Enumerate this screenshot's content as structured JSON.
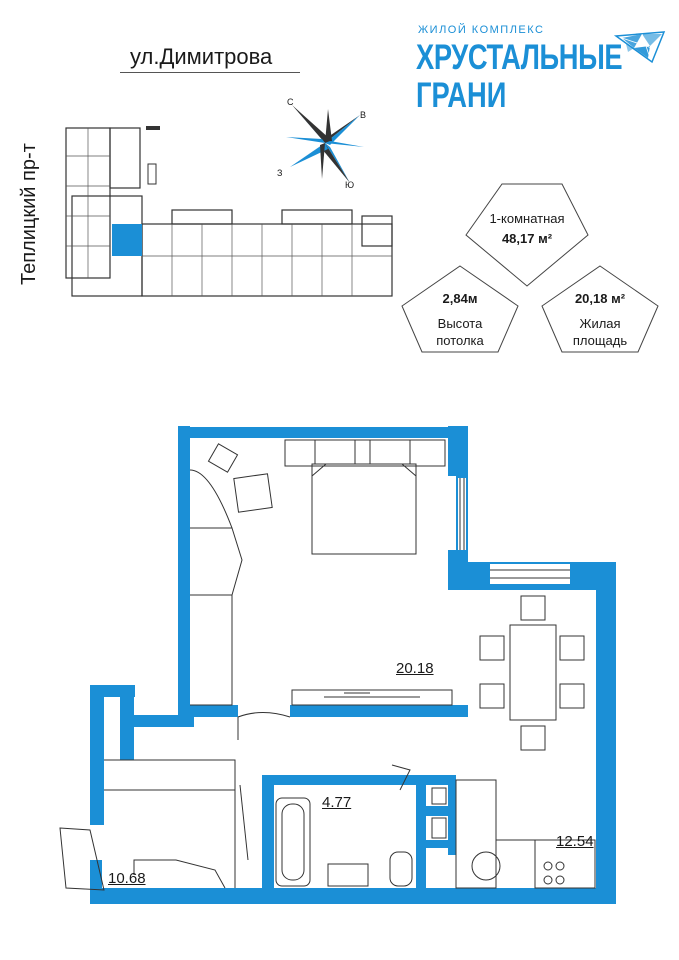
{
  "streets": {
    "top": "ул.Димитрова",
    "left": "Теплицкий пр-т"
  },
  "brand": {
    "subtitle": "ЖИЛОЙ КОМПЛЕКС",
    "name_line1": "ХРУСТАЛЬНЫЕ",
    "name_line2": "ГРАНИ",
    "color": "#1b8fd6"
  },
  "compass": {
    "north": "С",
    "east": "В",
    "south": "Ю",
    "west": "З"
  },
  "badges": {
    "rooms": {
      "label": "1-комнатная",
      "value": "48,17 м²"
    },
    "ceiling": {
      "value": "2,84м",
      "label_line1": "Высота",
      "label_line2": "потолка"
    },
    "living": {
      "value": "20,18 м²",
      "label_line1": "Жилая",
      "label_line2": "площадь"
    }
  },
  "rooms": {
    "bedroom": "20.18",
    "bathroom": "4.77",
    "kitchen": "12.54",
    "hall": "10.68"
  },
  "colors": {
    "wall": "#1b8fd6",
    "line": "#333333"
  }
}
